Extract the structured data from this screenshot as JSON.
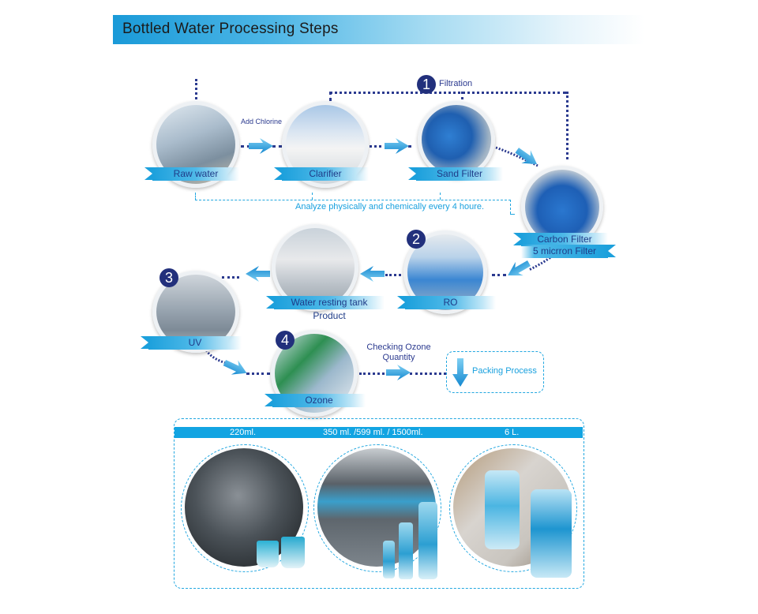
{
  "title": "Bottled Water Processing Steps",
  "colors": {
    "title_gradient_start": "#1a9ad8",
    "accent_cyan": "#18a0de",
    "badge_navy": "#22307c",
    "connector_navy": "#2b3a8f",
    "ribbon_blue": "#1ca0dc"
  },
  "steps": {
    "raw_water": "Raw water",
    "clarifier": "Clarifier",
    "sand_filter": "Sand Filter",
    "carbon_filter": "Carbon Filter",
    "micron_filter": "5 micrron Filter",
    "ro": "RO",
    "resting_tank": "Water resting tank Product",
    "uv": "UV",
    "ozone": "Ozone"
  },
  "badges": {
    "filtration_number": "1",
    "ro_number": "2",
    "uv_number": "3",
    "ozone_number": "4"
  },
  "annotations": {
    "add_chlorine": "Add Chlorine",
    "filtration": "Filtration",
    "analyze": "Analyze physically and chemically every 4 houre.",
    "checking_ozone_line1": "Checking Ozone",
    "checking_ozone_line2": "Quantity",
    "packing_process": "Packing Process"
  },
  "packing": {
    "sizes": [
      "220ml.",
      "350 ml. /599 ml. / 1500ml.",
      "6 L."
    ],
    "photos": [
      "cup-filling-machine",
      "bottle-filling-line",
      "gallon-filling-line"
    ]
  },
  "icons": {
    "right_arrow": "arrow-right-icon",
    "left_arrow": "arrow-left-icon",
    "down_arrow": "arrow-down-icon"
  }
}
